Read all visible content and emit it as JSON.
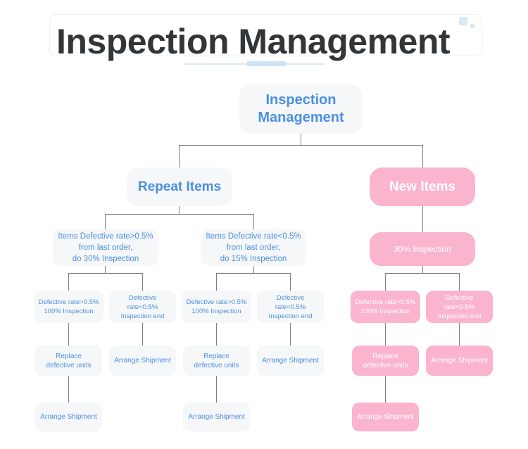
{
  "header": {
    "title": "Inspection Management",
    "decor": {
      "square_large": "decorative-square",
      "square_small": "decorative-square"
    }
  },
  "colors": {
    "accent_blue": "#4a90e2",
    "node_gray_bg": "#f6f7f8",
    "node_pink_bg": "#fbb4ce",
    "text_dark": "#333639",
    "line": "#808080",
    "rule_light": "#dbeaf5",
    "rule_accent": "#cfe4f3"
  },
  "diagram": {
    "type": "tree",
    "root": {
      "label": "Inspection\nManagement",
      "style": "gray"
    },
    "branches": [
      {
        "id": "repeat-items",
        "label": "Repeat Items",
        "style": "gray",
        "children": [
          {
            "id": "repeat-high",
            "label": "Items Defective rate>0.5%\nfrom last order,\ndo 30% Inspection",
            "style": "gray",
            "children": [
              {
                "id": "repeat-high-fail",
                "label": "Defective rate>0.5%\n100% Inspection",
                "style": "gray",
                "children": [
                  {
                    "id": "repeat-high-fail-replace",
                    "label": "Replace\ndefective units",
                    "style": "gray",
                    "children": [
                      {
                        "id": "repeat-high-fail-ship",
                        "label": "Arrange Shipment",
                        "style": "gray",
                        "children": []
                      }
                    ]
                  }
                ]
              },
              {
                "id": "repeat-high-pass",
                "label": "Defective rate<0.5%\nInspection end",
                "style": "gray",
                "children": [
                  {
                    "id": "repeat-high-pass-ship",
                    "label": "Arrange Shipment",
                    "style": "gray",
                    "children": []
                  }
                ]
              }
            ]
          },
          {
            "id": "repeat-low",
            "label": "Items Defective rate<0.5%\nfrom last order,\ndo 15% Inspection",
            "style": "gray",
            "children": [
              {
                "id": "repeat-low-fail",
                "label": "Defective rate>0.5%\n100% Inspection",
                "style": "gray",
                "children": [
                  {
                    "id": "repeat-low-fail-replace",
                    "label": "Replace\ndefective units",
                    "style": "gray",
                    "children": [
                      {
                        "id": "repeat-low-fail-ship",
                        "label": "Arrange Shipment",
                        "style": "gray",
                        "children": []
                      }
                    ]
                  }
                ]
              },
              {
                "id": "repeat-low-pass",
                "label": "Defective rate<0.5%\nInspection end",
                "style": "gray",
                "children": [
                  {
                    "id": "repeat-low-pass-ship",
                    "label": "Arrange Shipment",
                    "style": "gray",
                    "children": []
                  }
                ]
              }
            ]
          }
        ]
      },
      {
        "id": "new-items",
        "label": "New Items",
        "style": "pink",
        "children": [
          {
            "id": "new-30",
            "label": "30% Inspection",
            "style": "pink",
            "children": [
              {
                "id": "new-fail",
                "label": "Defective rate>0.5%\n100% Inspection",
                "style": "pink",
                "children": [
                  {
                    "id": "new-fail-replace",
                    "label": "Replace\ndefective units",
                    "style": "pink",
                    "children": [
                      {
                        "id": "new-fail-ship",
                        "label": "Arrange Shipment",
                        "style": "pink",
                        "children": []
                      }
                    ]
                  }
                ]
              },
              {
                "id": "new-pass",
                "label": "Defective rate<0.5%\nInspection end",
                "style": "pink",
                "children": [
                  {
                    "id": "new-pass-ship",
                    "label": "Arrange Shipment",
                    "style": "pink",
                    "children": []
                  }
                ]
              }
            ]
          }
        ]
      }
    ]
  },
  "nodes": {
    "root": "Inspection\nManagement",
    "repeat_items": "Repeat Items",
    "new_items": "New Items",
    "repeat_high": "Items Defective rate>0.5%\nfrom last order,\ndo 30% Inspection",
    "repeat_low": "Items Defective rate<0.5%\nfrom last order,\ndo 15% Inspection",
    "new_30": "30% Inspection",
    "rh_fail": "Defective rate>0.5%\n100% Inspection",
    "rh_pass": "Defective rate<0.5%\nInspection end",
    "rl_fail": "Defective rate>0.5%\n100% Inspection",
    "rl_pass": "Defective rate<0.5%\nInspection end",
    "new_fail": "Defective rate>0.5%\n100% Inspection",
    "new_pass": "Defective rate<0.5%\nInspection end",
    "rh_replace": "Replace\ndefective units",
    "rh_ship": "Arrange Shipment",
    "rl_replace": "Replace\ndefective units",
    "rl_ship": "Arrange Shipment",
    "new_replace": "Replace\ndefective units",
    "new_ship": "Arrange Shipment",
    "rh_ship_final": "Arrange Shipment",
    "rl_ship_final": "Arrange Shipment",
    "new_ship_final": "Arrange Shipment"
  }
}
